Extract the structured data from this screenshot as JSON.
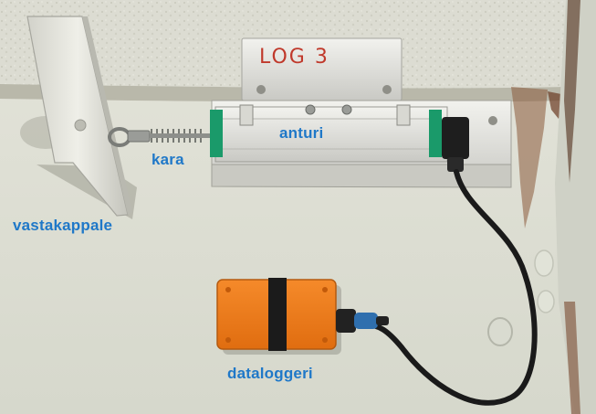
{
  "photo": {
    "plate_marking": "LOG 3",
    "labels": {
      "kara": "kara",
      "anturi": "anturi",
      "vastakappale": "vastakappale",
      "dataloggeri": "dataloggeri"
    },
    "colors": {
      "label_text": "#1f78c8",
      "marker_ink": "#c0392b",
      "housing": "#f07d1e",
      "sensor_green": "#1a9a6a",
      "concrete": "#dcdcd2",
      "steel": "#e8e8de"
    }
  }
}
